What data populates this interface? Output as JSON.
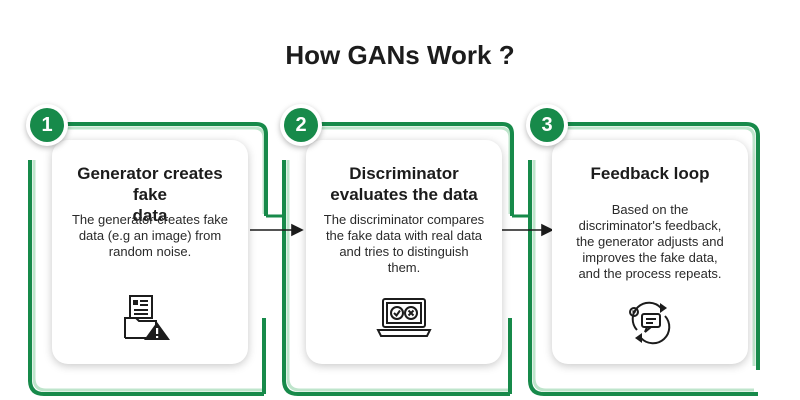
{
  "title": "How GANs Work ?",
  "colors": {
    "accent": "#178a4a",
    "light_accent": "#bfe5cc",
    "text": "#222222"
  },
  "steps": [
    {
      "number": "1",
      "title_lines": [
        "Generator creates fake",
        "data"
      ],
      "text_lines": [
        "The generator creates fake",
        "data (e.g  an image) from",
        "random noise."
      ],
      "icon": "document-folder-warning-icon"
    },
    {
      "number": "2",
      "title_lines": [
        "Discriminator",
        "evaluates the data"
      ],
      "text_lines": [
        "The discriminator compares",
        "the fake data with real data",
        "and tries to distinguish",
        "them."
      ],
      "icon": "laptop-check-cross-icon"
    },
    {
      "number": "3",
      "title_lines": [
        "Feedback loop"
      ],
      "text_lines": [
        "Based on the",
        "discriminator's feedback,",
        "the generator adjusts and",
        "improves the fake data,",
        "and the process repeats."
      ],
      "icon": "feedback-loop-icon"
    }
  ]
}
